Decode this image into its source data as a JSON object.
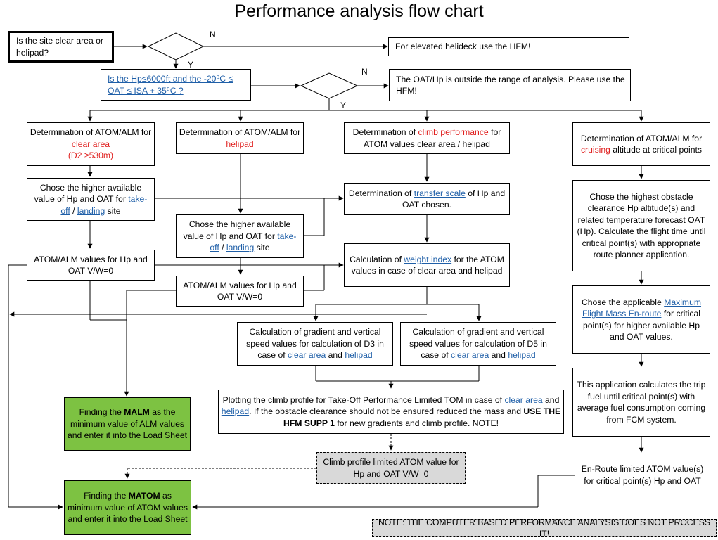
{
  "title": "Performance analysis flow chart",
  "labels": {
    "n": "N",
    "y": "Y"
  },
  "q1": {
    "text": "Is the site clear area or helipad?"
  },
  "elevated": {
    "text": "For elevated helideck use the HFM!"
  },
  "q2": {
    "text": "Is the Hp≤6000ft and the -20⁰C ≤ OAT ≤ ISA + 35⁰C ?"
  },
  "outside": {
    "text": "The OAT/Hp is outside the range of analysis. Please use the HFM!"
  },
  "det_clear": {
    "a": "Determination of ATOM/ALM for ",
    "b": "clear area",
    "c": "(D2 ≥530m)"
  },
  "det_heli": {
    "a": "Determination of ATOM/ALM for ",
    "b": "helipad"
  },
  "det_climb": {
    "a": "Determination of ",
    "b": "climb performance",
    "c": " for ATOM values clear area / helipad"
  },
  "det_cruise": {
    "a": "Determination of ATOM/ALM for ",
    "b": "cruising",
    "c": " altitude at critical points"
  },
  "chose1": {
    "a": "Chose the higher available value of Hp and OAT for ",
    "b": "take-off",
    "c": " / ",
    "d": "landing",
    "e": " site"
  },
  "chose2": {
    "a": "Chose the higher available value of Hp and OAT for ",
    "b": "take-off",
    "c": " / ",
    "d": "landing",
    "e": " site"
  },
  "transfer": {
    "a": "Determination of ",
    "b": "transfer scale",
    "c": " of Hp and OAT chosen."
  },
  "highest": {
    "text": "Chose the highest obstacle clearance Hp altitude(s) and related temperature forecast OAT (Hp). Calculate the flight time until critical point(s) with appropriate route planner application."
  },
  "atom1": {
    "text": "ATOM/ALM values for Hp and OAT V/W=0"
  },
  "atom2": {
    "text": "ATOM/ALM values for Hp and OAT V/W=0"
  },
  "weight": {
    "a": "Calculation of ",
    "b": "weight index",
    "c": " for the ATOM values in case of clear area and helipad"
  },
  "mfm": {
    "a": "Chose the applicable ",
    "b": "Maximum Flight Mass En-route",
    "c": " for critical point(s) for higher available Hp and OAT values."
  },
  "grad3": {
    "a": "Calculation of gradient and vertical speed values for calculation of D3 in case of ",
    "b": "clear area",
    "c": " and ",
    "d": "helipad"
  },
  "grad5": {
    "a": "Calculation of gradient and vertical speed values for calculation of D5 in case of ",
    "b": "clear area",
    "c": " and ",
    "d": "helipad"
  },
  "trip": {
    "text": "This application calculates the trip fuel until critical point(s) with average fuel consumption coming from FCM system."
  },
  "malm": {
    "a": "Finding the ",
    "b": "MALM",
    "c": " as the minimum value of ALM values and enter it into the Load Sheet"
  },
  "plot": {
    "a": "Plotting the climb profile for ",
    "b": "Take-Off Performance Limited TOM",
    "c": " in case of ",
    "d": "clear area",
    "e": " and ",
    "f": "helipad",
    "g": ". If the obstacle clearance should not be ensured reduced the mass and ",
    "h": "USE THE HFM SUPP 1",
    "i": " for new gradients and climb profile. NOTE!"
  },
  "climb_limited": {
    "text": "Climb profile limited ATOM value for Hp and OAT V/W=0"
  },
  "enroute": {
    "text": "En-Route limited ATOM value(s) for critical point(s) Hp and OAT"
  },
  "matom": {
    "a": "Finding the ",
    "b": "MATOM",
    "c": " as minimum value of ATOM values and enter it into the Load Sheet"
  },
  "note": {
    "text": "NOTE: THE COMPUTER BASED PERFORMANCE ANALYSIS DOES NOT PROCESS IT!"
  },
  "colors": {
    "green": "#7dc242",
    "gray": "#d9d9d9",
    "red": "#e0201f",
    "link": "#1f5fa8"
  }
}
